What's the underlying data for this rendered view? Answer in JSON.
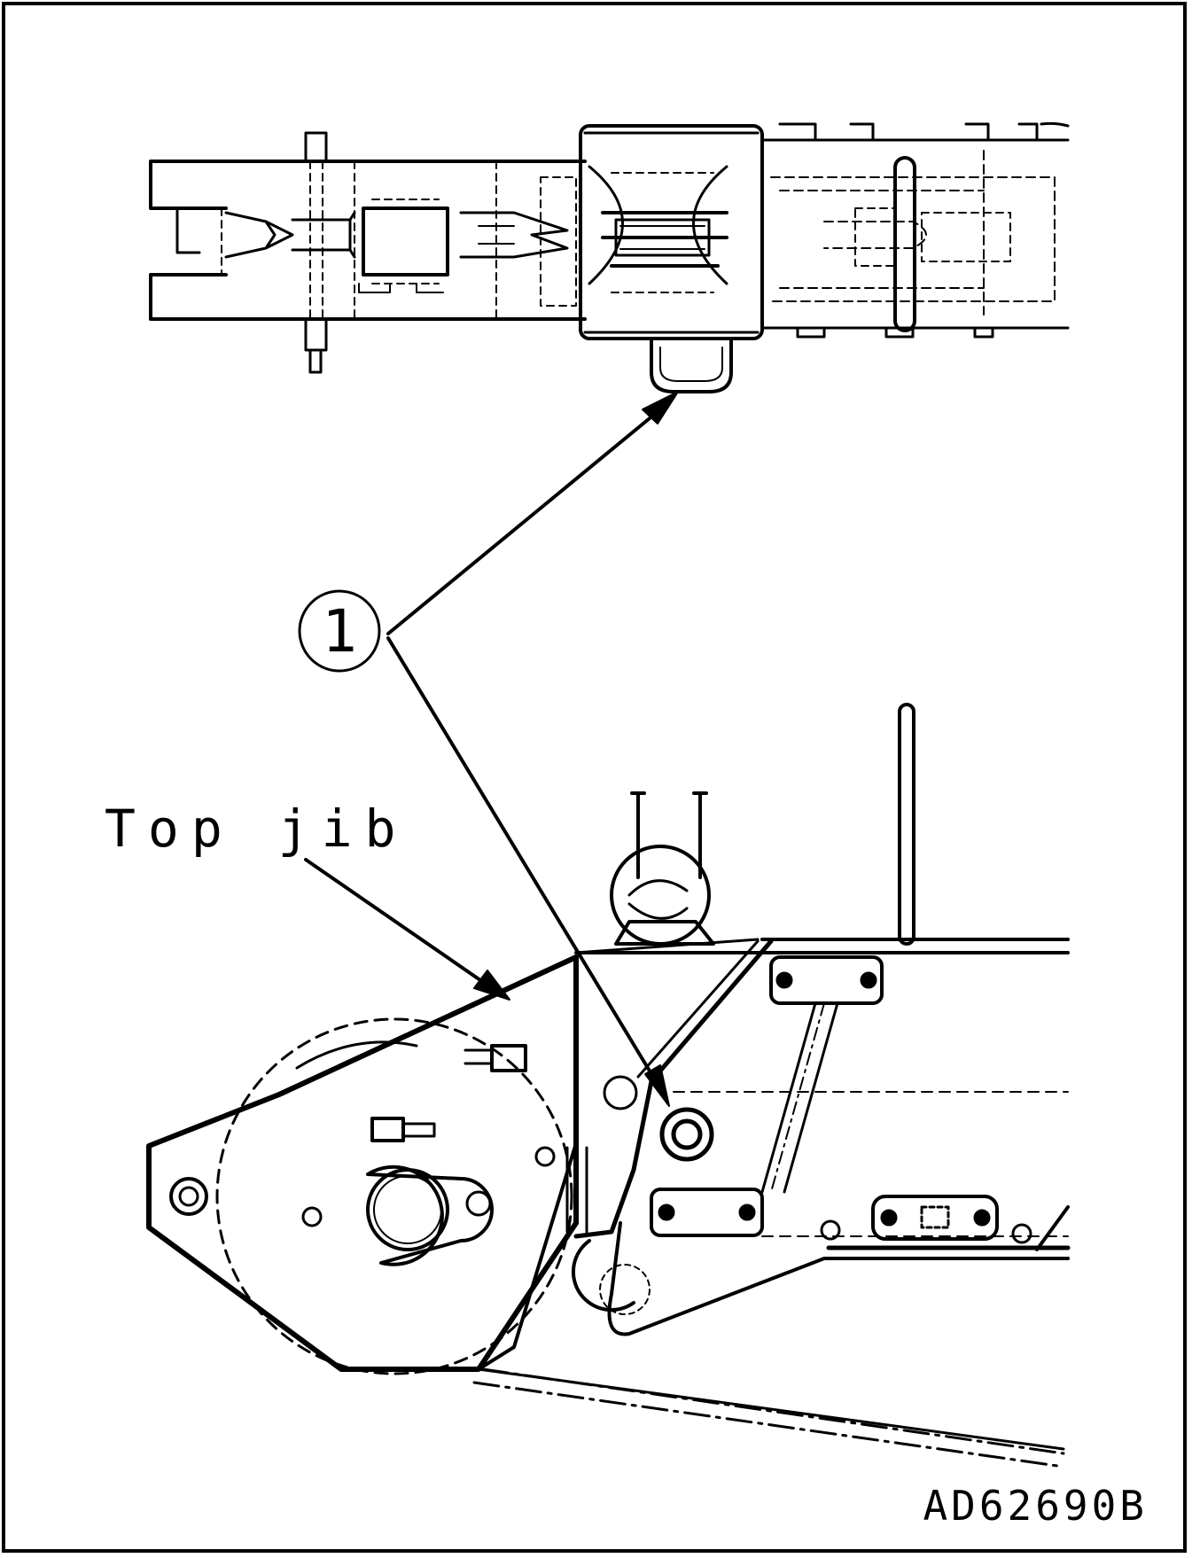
{
  "callout": {
    "number": "1"
  },
  "part_label": "Top jib",
  "figure_code": "AD62690B"
}
